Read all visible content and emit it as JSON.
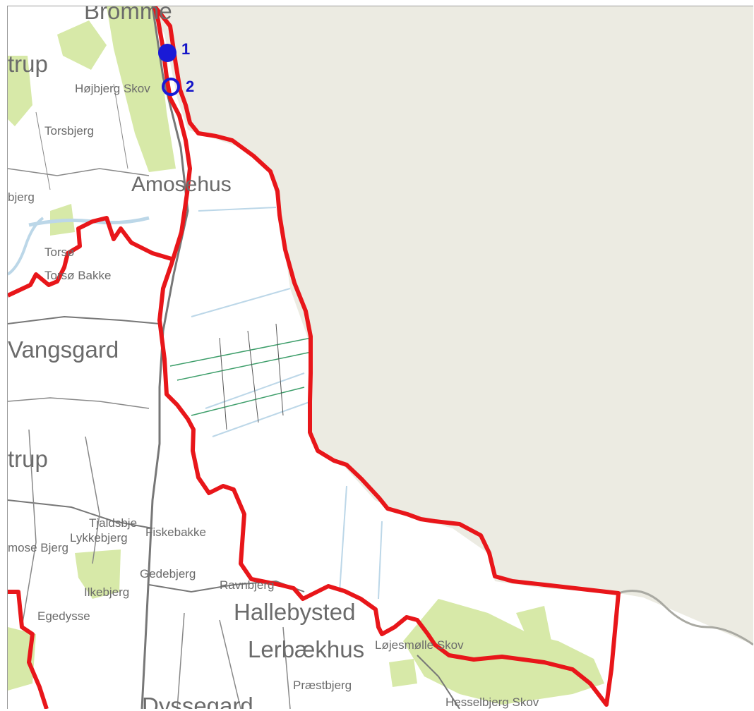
{
  "map": {
    "place_names": {
      "bromme": "Bromme",
      "trup_top": "trup",
      "hojbjerg_skov": "Højbjerg Skov",
      "torsbjerg": "Torsbjerg",
      "amosehus": "Amosehus",
      "bjerg_left": "bjerg",
      "torso": "Torsø",
      "torso_bakke": "Torsø Bakke",
      "vangsgard": "Vangsgard",
      "trup_mid": "trup",
      "tjaldsbje": "Tjaldsbje",
      "lykkebjerg": "Lykkebjerg",
      "fiskebakke": "Fiskebakke",
      "mose_bjerg": "mose Bjerg",
      "gedebjerg": "Gedebjerg",
      "ravnbjerg": "Ravnbjerg",
      "ilkebjerg": "Ilkebjerg",
      "hallebysted": "Hallebysted",
      "egedysse": "Egedysse",
      "lerbaekhus": "Lerbækhus",
      "lojesmolle_skov": "Løjesmølle Skov",
      "praestbjerg": "Præstbjerg",
      "dyssegard": "Dyssegard",
      "hesselbjerg_skov": "Hesselbjerg Skov"
    },
    "markers": [
      {
        "label": "1",
        "style": "filled"
      },
      {
        "label": "2",
        "style": "outline"
      }
    ],
    "colors": {
      "boundary": "#e8161a",
      "marker": "#1a1ad6",
      "water": "#ecebe2",
      "forest": "#d7e9a8",
      "land": "#ffffff",
      "label": "#6b6b6b"
    }
  }
}
